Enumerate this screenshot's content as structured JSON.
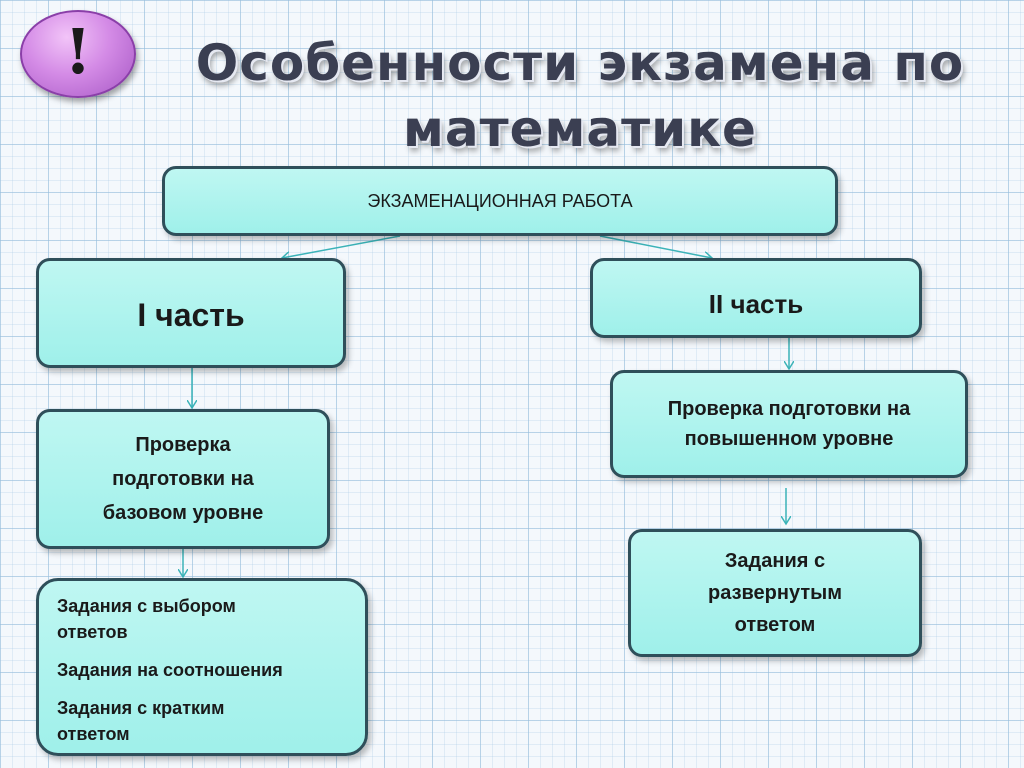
{
  "badge": {
    "glyph": "!"
  },
  "title": "Особенности экзамена по математике",
  "diagram": {
    "root": "ЭКЗАМЕНАЦИОННАЯ РАБОТА",
    "part1": {
      "label": "I часть",
      "level": "Проверка\nподготовки на\nбазовом уровне",
      "tasks": [
        " Задания с выбором\nответов",
        "Задания на соотношения",
        "Задания с кратким\nответом"
      ]
    },
    "part2": {
      "label": "II часть",
      "level": "Проверка подготовки на\nповышенном уровне",
      "tasks": "Задания с\nразвернутым\nответом"
    }
  },
  "colors": {
    "box_fill": "#aff3ee",
    "box_border": "#2f4f5a",
    "connector": "#3bb3b8",
    "badge": "#d48be6",
    "title": "#3b3f52"
  }
}
